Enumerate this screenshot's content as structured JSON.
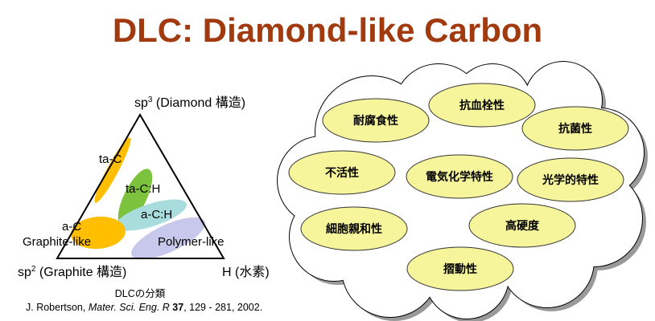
{
  "title": "DLC: Diamond-like Carbon",
  "ternary": {
    "top_vertex": {
      "prefix": "sp",
      "sup": "3",
      "rest": " (Diamond 構造)"
    },
    "left_vertex": {
      "prefix": "sp",
      "sup": "2",
      "rest": " (Graphite 構造)"
    },
    "right_vertex": "H (水素)",
    "regions": [
      {
        "label": "ta-C",
        "color": "#ffbf00"
      },
      {
        "label": "ta-C:H",
        "color": "#7dc23c"
      },
      {
        "label": "a-C:H",
        "color": "#a9dcdc"
      },
      {
        "label": "a-C",
        "label2": "Graphite-like",
        "color": "#ffbf00"
      },
      {
        "label": "Polymer-like",
        "color": "#c8c8ec"
      }
    ],
    "caption": "DLCの分類",
    "citation": {
      "authors": "J. Robertson, ",
      "journal": "Mater. Sci. Eng. R",
      "volume": " 37",
      "rest": ", 129 - 281, 2002."
    }
  },
  "properties": [
    "耐腐食性",
    "抗血栓性",
    "抗菌性",
    "不活性",
    "電気化学特性",
    "光学的特性",
    "細胞親和性",
    "高硬度",
    "摺動性"
  ],
  "colors": {
    "title": "#a23a10",
    "property_fill": "#f7f59c"
  }
}
